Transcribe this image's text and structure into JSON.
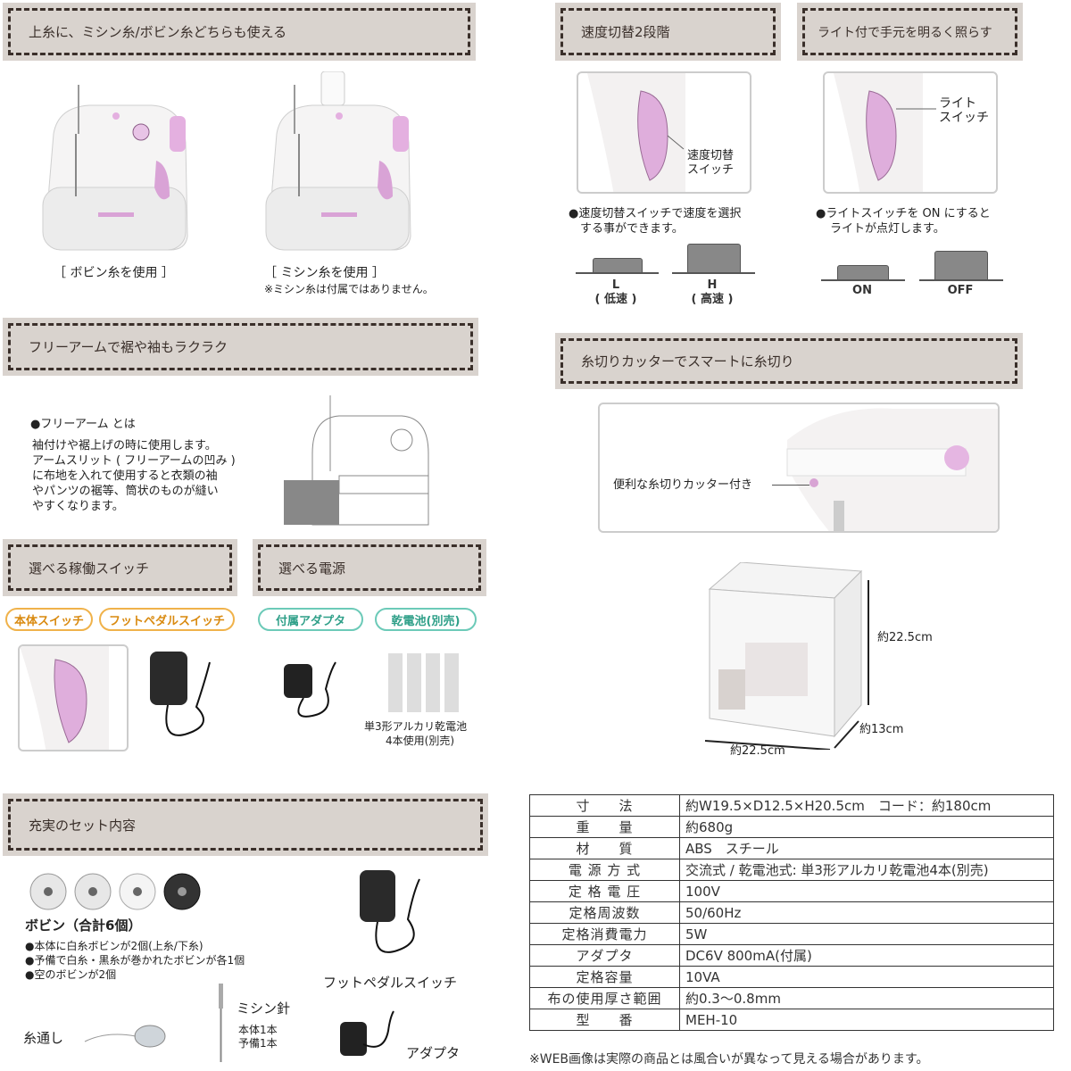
{
  "headers": {
    "threads": "上糸に、ミシン糸/ボビン糸どちらも使える",
    "speed": "速度切替2段階",
    "light": "ライト付で手元を明るく照らす",
    "free_arm": "フリーアームで裾や袖もラクラク",
    "cutter": "糸切りカッターでスマートに糸切り",
    "switch": "選べる稼働スイッチ",
    "power": "選べる電源",
    "set": "充実のセット内容"
  },
  "threads": {
    "left_caption": "［ ボビン糸を使用 ］",
    "right_caption": "［ ミシン糸を使用 ］",
    "right_note": "※ミシン糸は付属ではありません。"
  },
  "speed": {
    "callout": [
      "速度切替",
      "スイッチ"
    ],
    "desc": [
      "●速度切替スイッチで速度を選択",
      "する事ができます。"
    ],
    "low": [
      "L",
      "( 低速 )"
    ],
    "high": [
      "H",
      "( 高速 )"
    ]
  },
  "light": {
    "callout": [
      "ライト",
      "スイッチ"
    ],
    "desc": [
      "●ライトスイッチを ON にすると",
      "ライトが点灯します。"
    ],
    "on": "ON",
    "off": "OFF"
  },
  "free_arm": {
    "title": "●フリーアーム とは",
    "body": [
      "袖付けや裾上げの時に使用します。",
      "アームスリット ( フリーアームの凹み )",
      "に布地を入れて使用すると衣類の袖",
      "やパンツの裾等、筒状のものが縫い",
      "やすくなります。"
    ]
  },
  "cutter": {
    "callout": "便利な糸切りカッター付き"
  },
  "switch": {
    "pill1": "本体スイッチ",
    "pill2": "フットペダルスイッチ"
  },
  "power": {
    "pill1": "付属アダプタ",
    "pill2": "乾電池(別売)",
    "battery_note": [
      "単3形アルカリ乾電池",
      "4本使用(別売)"
    ]
  },
  "box": {
    "height": "約22.5cm",
    "depth": "約13cm",
    "width": "約22.5cm"
  },
  "set": {
    "bobbin_title": "ボビン（合計6個）",
    "bobbin_notes": [
      "●本体に白糸ボビンが2個(上糸/下糸)",
      "●予備で白糸・黒糸が巻かれたボビンが各1個",
      "●空のボビンが2個"
    ],
    "pedal": "フットペダルスイッチ",
    "needle_title": "ミシン針",
    "needle_notes": [
      "本体1本",
      "予備1本"
    ],
    "threader": "糸通し",
    "adapter": "アダプタ"
  },
  "specs": [
    {
      "k": "寸　　法",
      "v": "約W19.5×D12.5×H20.5cm　コード：約180cm"
    },
    {
      "k": "重　　量",
      "v": "約680g"
    },
    {
      "k": "材　　質",
      "v": "ABS　スチール"
    },
    {
      "k": "電 源 方 式",
      "v": "交流式 / 乾電池式: 単3形アルカリ乾電池4本(別売)"
    },
    {
      "k": "定 格 電 圧",
      "v": "100V"
    },
    {
      "k": "定格周波数",
      "v": "50/60Hz"
    },
    {
      "k": "定格消費電力",
      "v": "5W"
    },
    {
      "k": "アダプタ",
      "v": "DC6V 800mA(付属)"
    },
    {
      "k": "定格容量",
      "v": "10VA"
    },
    {
      "k": "布の使用厚さ範囲",
      "v": "約0.3～0.8mm"
    },
    {
      "k": "型　　番",
      "v": "MEH-10"
    }
  ],
  "footnote": "※WEB画像は実際の商品とは風合いが異なって見える場合があります。"
}
